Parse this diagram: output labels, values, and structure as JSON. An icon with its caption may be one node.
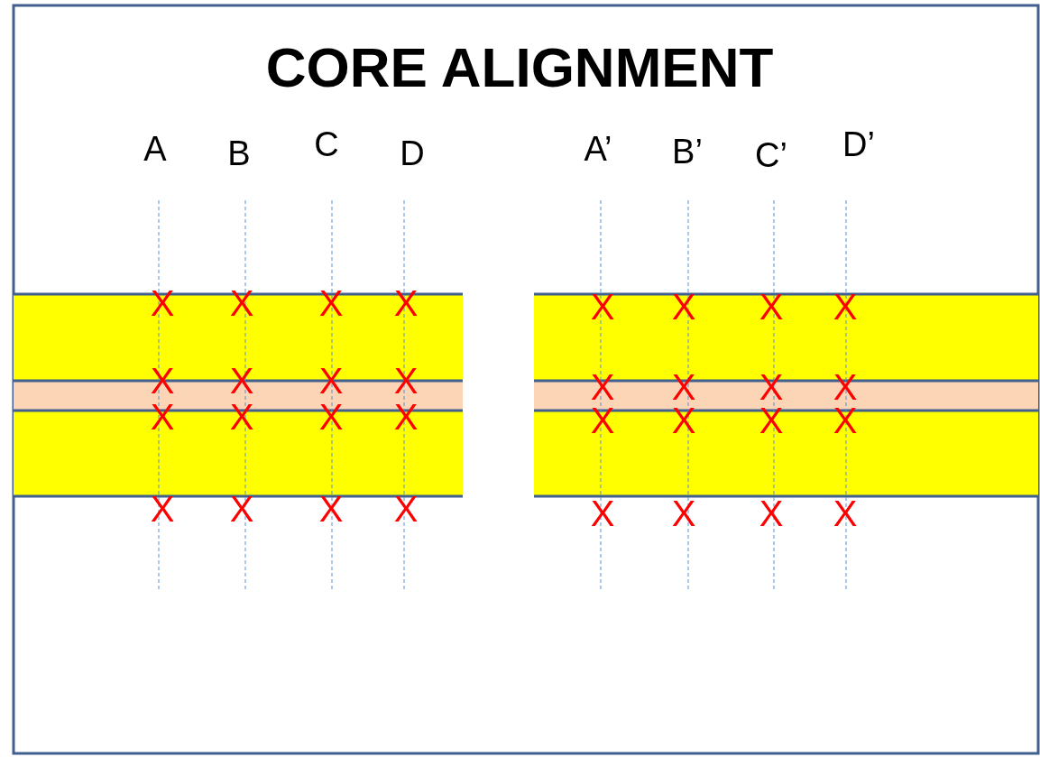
{
  "diagram": {
    "title": "CORE ALIGNMENT",
    "labels": [
      "A",
      "B",
      "C",
      "D",
      "A’",
      "B’",
      "C’",
      "D’",
      "X",
      "X",
      "X",
      "X",
      "X",
      "X",
      "X",
      "X",
      "X",
      "X",
      "X",
      "X",
      "X",
      "X",
      "X",
      "X",
      "X",
      "X",
      "X",
      "X",
      "X",
      "X",
      "X",
      "X",
      "X",
      "X",
      "X",
      "X",
      "X",
      "X",
      "X",
      "X"
    ]
  }
}
